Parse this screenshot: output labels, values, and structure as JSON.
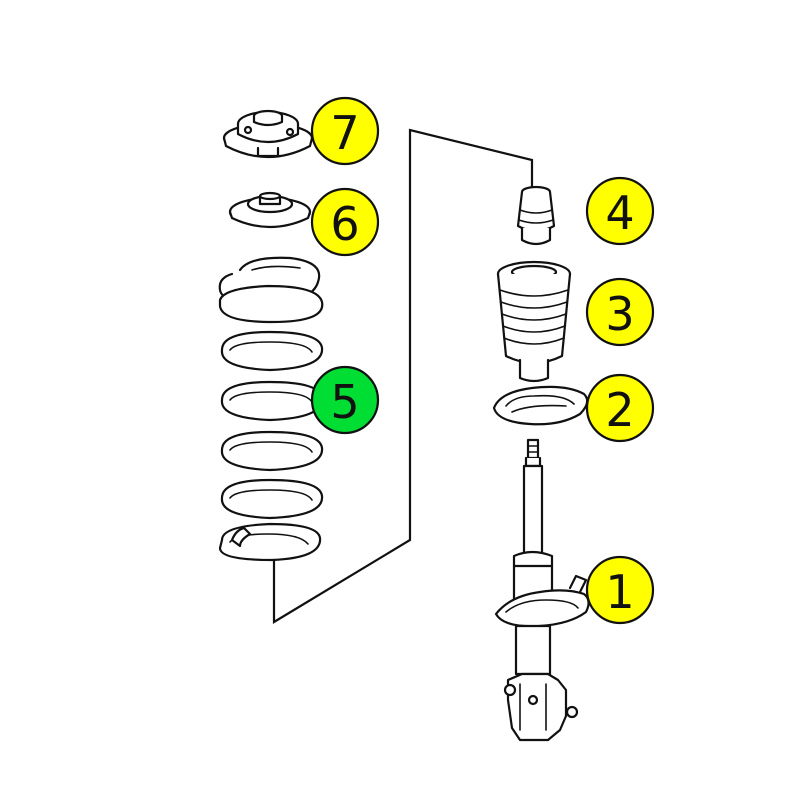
{
  "colors": {
    "callout_fill": "#ffff00",
    "callout_highlight": "#00dd33",
    "stroke": "#111111",
    "background": "#ffffff"
  },
  "callouts": [
    {
      "label": "7",
      "part": "upper-strut-mount",
      "highlighted": false
    },
    {
      "label": "6",
      "part": "spring-seat",
      "highlighted": false
    },
    {
      "label": "5",
      "part": "coil-spring",
      "highlighted": true
    },
    {
      "label": "4",
      "part": "bump-stop",
      "highlighted": false
    },
    {
      "label": "3",
      "part": "dust-boot",
      "highlighted": false
    },
    {
      "label": "2",
      "part": "lower-spring-insulator",
      "highlighted": false
    },
    {
      "label": "1",
      "part": "shock-absorber-strut",
      "highlighted": false
    }
  ]
}
